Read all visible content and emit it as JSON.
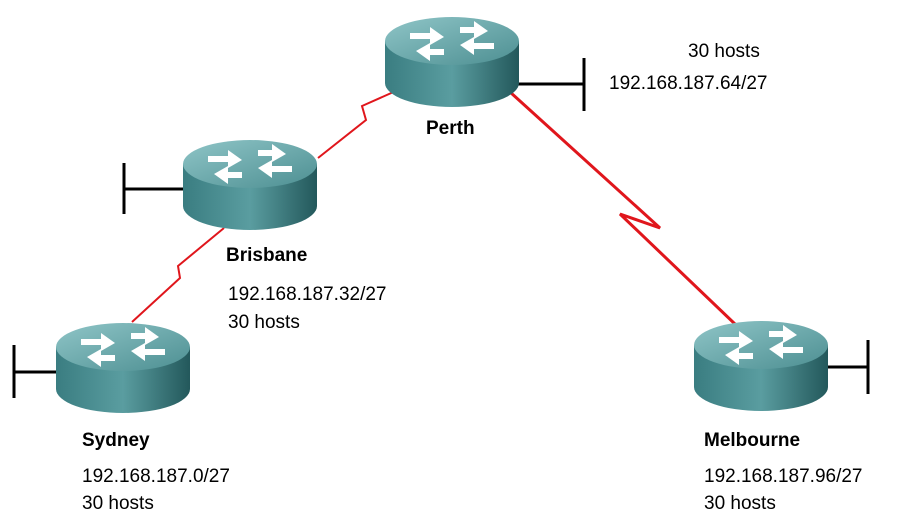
{
  "colors": {
    "wan_link": "#e0161c",
    "router_top": "#5f9ea0",
    "router_side": "#2f6f73",
    "lan": "#000000"
  },
  "routers": {
    "perth": {
      "name": "Perth",
      "icon": "router-icon"
    },
    "brisbane": {
      "name": "Brisbane",
      "icon": "router-icon"
    },
    "sydney": {
      "name": "Sydney",
      "icon": "router-icon"
    },
    "melbourne": {
      "name": "Melbourne",
      "icon": "router-icon"
    }
  },
  "subnets": {
    "perth": {
      "hosts": "30 hosts",
      "network": "192.168.187.64/27"
    },
    "brisbane": {
      "network": "192.168.187.32/27",
      "hosts": "30 hosts"
    },
    "sydney": {
      "network": "192.168.187.0/27",
      "hosts": "30 hosts"
    },
    "melbourne": {
      "network": "192.168.187.96/27",
      "hosts": "30 hosts"
    }
  }
}
